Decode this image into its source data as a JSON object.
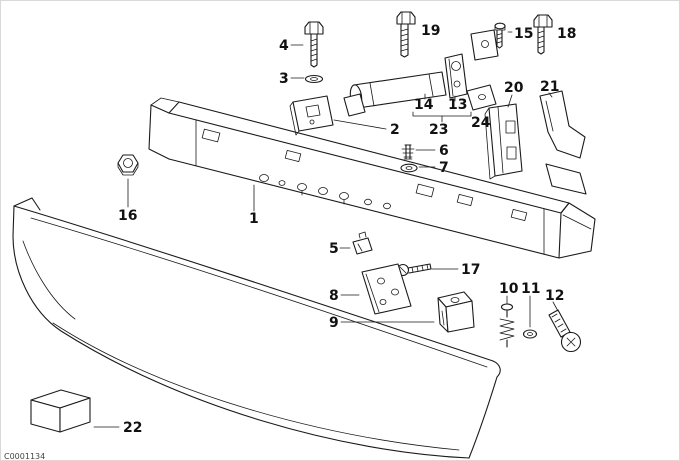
{
  "diagram": {
    "colors": {
      "background": "#ffffff",
      "line": "#1a1a1a",
      "label": "#111111"
    },
    "footer_code": "C0001134",
    "labels": [
      {
        "text": "1"
      },
      {
        "text": "2"
      },
      {
        "text": "3"
      },
      {
        "text": "4"
      },
      {
        "text": "5"
      },
      {
        "text": "6"
      },
      {
        "text": "7"
      },
      {
        "text": "8"
      },
      {
        "text": "9"
      },
      {
        "text": "10"
      },
      {
        "text": "11"
      },
      {
        "text": "12"
      },
      {
        "text": "13"
      },
      {
        "text": "14"
      },
      {
        "text": "15"
      },
      {
        "text": "16"
      },
      {
        "text": "17"
      },
      {
        "text": "18"
      },
      {
        "text": "19"
      },
      {
        "text": "20"
      },
      {
        "text": "21"
      },
      {
        "text": "22"
      },
      {
        "text": "23"
      },
      {
        "text": "24"
      }
    ]
  }
}
